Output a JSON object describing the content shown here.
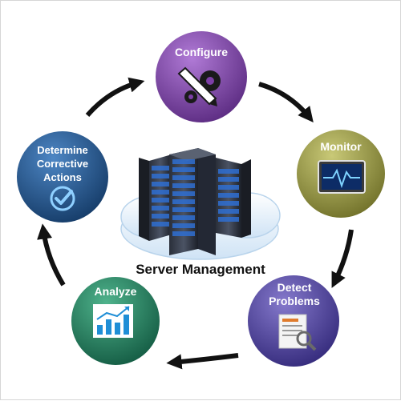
{
  "title": "Server Management",
  "colors": {
    "configure": "#7d3fa6",
    "monitor": "#8e8e3c",
    "detect": "#4a3f94",
    "analyze": "#1f7a5c",
    "determine": "#1e4f87",
    "arrow": "#111111",
    "cloud": "#e6f1fb"
  },
  "nodes": [
    {
      "id": "configure",
      "lines": [
        "Configure"
      ],
      "icon": "pencil-gear-icon"
    },
    {
      "id": "monitor",
      "lines": [
        "Monitor"
      ],
      "icon": "heartbeat-monitor-icon"
    },
    {
      "id": "detect",
      "lines": [
        "Detect",
        "Problems"
      ],
      "icon": "document-search-icon"
    },
    {
      "id": "analyze",
      "lines": [
        "Analyze"
      ],
      "icon": "bar-chart-icon"
    },
    {
      "id": "determine",
      "lines": [
        "Determine",
        "Corrective",
        "Actions"
      ],
      "icon": "checkmark-icon"
    }
  ]
}
